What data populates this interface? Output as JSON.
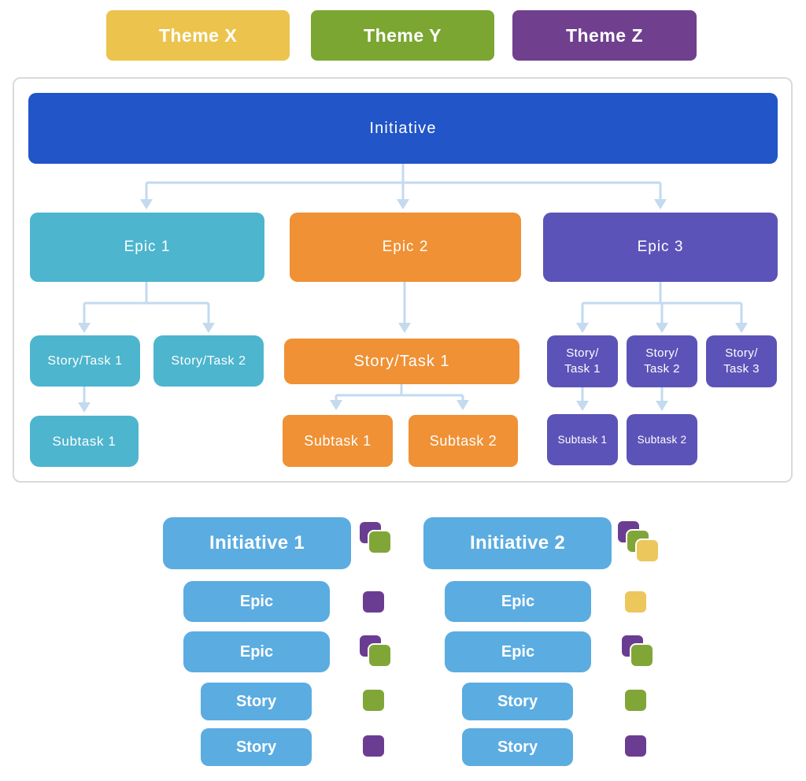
{
  "themes": [
    {
      "label": "Theme X",
      "color": "#ECC44D"
    },
    {
      "label": "Theme Y",
      "color": "#7BA632"
    },
    {
      "label": "Theme Z",
      "color": "#70408F"
    }
  ],
  "hierarchy": {
    "initiative": {
      "label": "Initiative",
      "color": "#2155C8"
    },
    "branches": [
      {
        "name": "teal",
        "color": "#4DB5CE",
        "epic": {
          "label": "Epic 1"
        },
        "stories": [
          {
            "label": "Story/Task 1"
          },
          {
            "label": "Story/Task 2"
          }
        ],
        "subtasks": [
          {
            "label": "Subtask 1"
          }
        ]
      },
      {
        "name": "orange",
        "color": "#EF9134",
        "epic": {
          "label": "Epic 2"
        },
        "stories": [
          {
            "label": "Story/Task 1"
          }
        ],
        "subtasks": [
          {
            "label": "Subtask 1"
          },
          {
            "label": "Subtask 2"
          }
        ]
      },
      {
        "name": "purple",
        "color": "#5C53B8",
        "epic": {
          "label": "Epic 3"
        },
        "stories": [
          {
            "line1": "Story/",
            "line2": "Task 1"
          },
          {
            "line1": "Story/",
            "line2": "Task 2"
          },
          {
            "line1": "Story/",
            "line2": "Task 3"
          }
        ],
        "subtasks": [
          {
            "label": "Subtask 1"
          },
          {
            "label": "Subtask 2"
          }
        ]
      }
    ],
    "connector_color": "#C3DAEF"
  },
  "board": {
    "card_color": "#5BACE1",
    "tag_colors": {
      "purple": "#6B3D92",
      "green": "#81A638",
      "yellow": "#ECC75C"
    },
    "columns": [
      {
        "initiative": {
          "label": "Initiative 1",
          "tags": [
            "purple",
            "green"
          ]
        },
        "rows": [
          {
            "label": "Epic",
            "tags": [
              "purple"
            ]
          },
          {
            "label": "Epic",
            "tags": [
              "purple",
              "green"
            ]
          },
          {
            "label": "Story",
            "tags": [
              "green"
            ]
          },
          {
            "label": "Story",
            "tags": [
              "purple"
            ]
          }
        ]
      },
      {
        "initiative": {
          "label": "Initiative 2",
          "tags": [
            "purple",
            "green",
            "yellow"
          ]
        },
        "rows": [
          {
            "label": "Epic",
            "tags": [
              "yellow"
            ]
          },
          {
            "label": "Epic",
            "tags": [
              "purple",
              "green"
            ]
          },
          {
            "label": "Story",
            "tags": [
              "green"
            ]
          },
          {
            "label": "Story",
            "tags": [
              "purple"
            ]
          }
        ]
      }
    ]
  }
}
